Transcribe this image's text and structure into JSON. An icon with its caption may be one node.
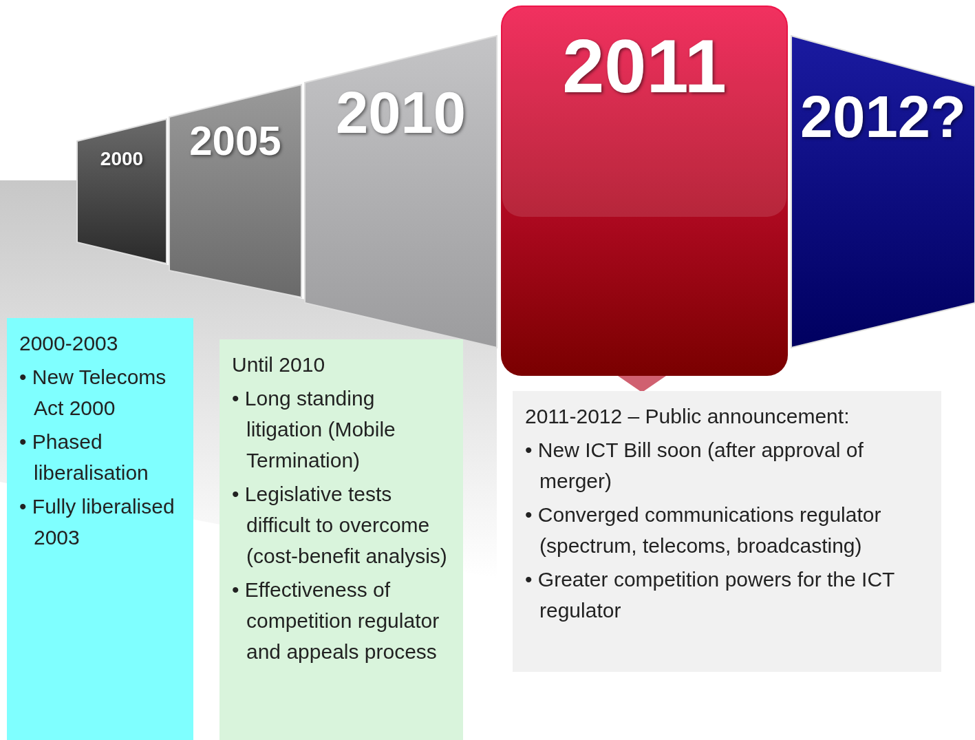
{
  "diagram": {
    "nodes": [
      {
        "text": [
          "2000"
        ]
      },
      {
        "text": [
          "2005"
        ]
      },
      {
        "text": [
          "2010"
        ]
      },
      {
        "text": [
          "2011"
        ]
      },
      {
        "text": [
          "2012?"
        ]
      },
      {
        "text": [
          "2000-2003",
          "• New Telecoms Act 2000",
          "• Phased liberalisation",
          "• Fully liberalised 2003"
        ]
      },
      {
        "text": [
          "Until 2010",
          "• Long standing litigation (Mobile Termination)",
          "• Legislative tests difficult to overcome (cost-benefit analysis)",
          "• Effectiveness of competition regulator and appeals process"
        ]
      },
      {
        "text": [
          "2011-2012 – Public announcement:",
          "• New ICT Bill soon (after approval of merger)",
          "• Converged communications regulator (spectrum, telecoms, broadcasting)",
          "• Greater competition powers for the ICT regulator"
        ]
      }
    ],
    "edges": []
  }
}
